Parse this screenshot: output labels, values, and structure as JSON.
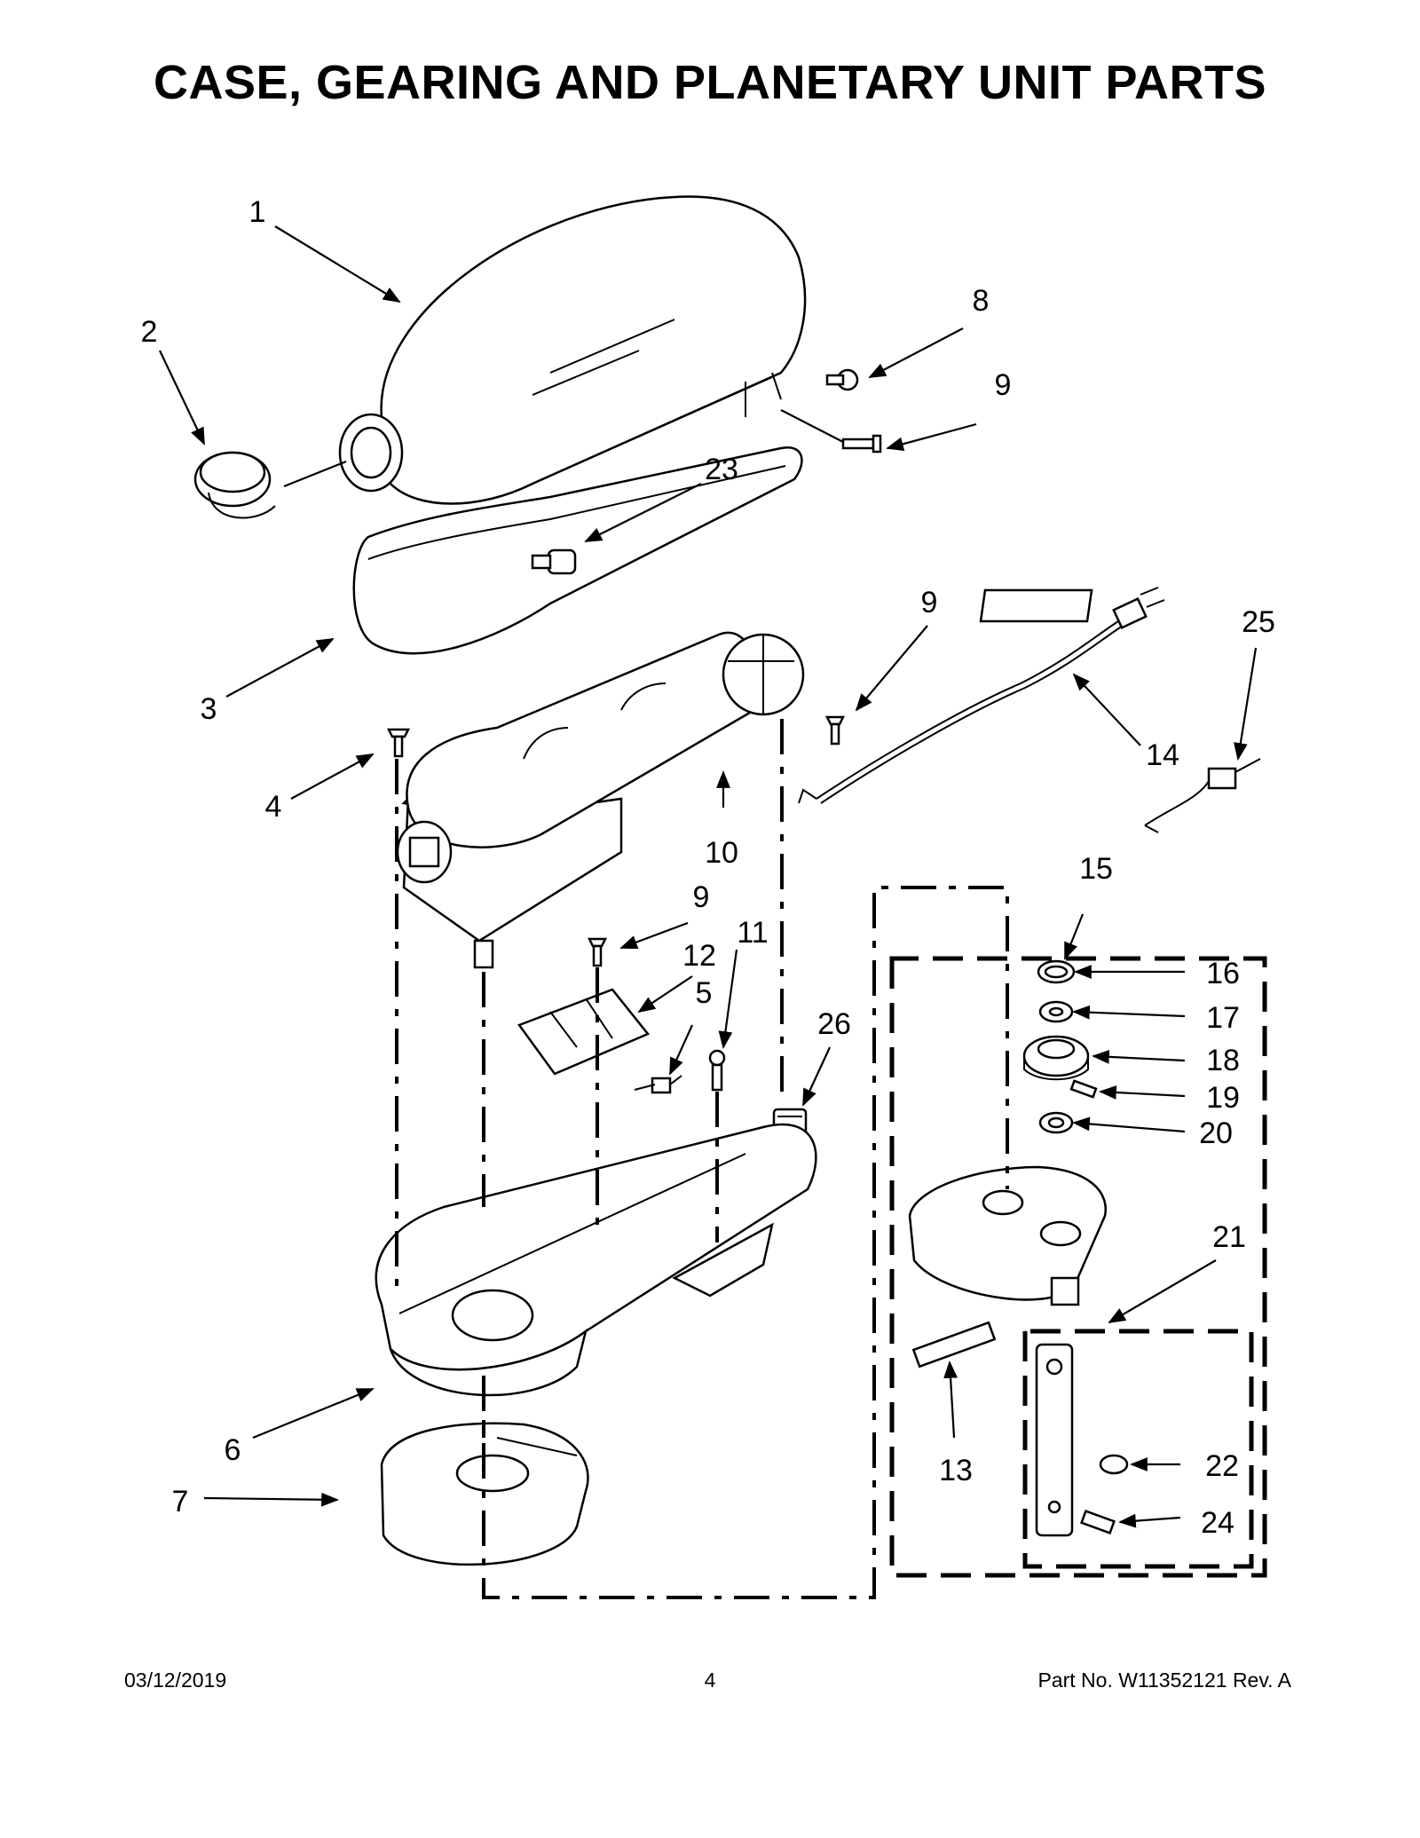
{
  "title": "CASE, GEARING AND PLANETARY UNIT PARTS",
  "footer": {
    "date": "03/12/2019",
    "page": "4",
    "part_no": "Part No.  W11352121  Rev.  A"
  },
  "callouts": [
    {
      "id": "c1",
      "text": "1"
    },
    {
      "id": "c2",
      "text": "2"
    },
    {
      "id": "c3",
      "text": "3"
    },
    {
      "id": "c4",
      "text": "4"
    },
    {
      "id": "c5",
      "text": "5"
    },
    {
      "id": "c6",
      "text": "6"
    },
    {
      "id": "c7",
      "text": "7"
    },
    {
      "id": "c8",
      "text": "8"
    },
    {
      "id": "c9a",
      "text": "9"
    },
    {
      "id": "c9b",
      "text": "9"
    },
    {
      "id": "c9c",
      "text": "9"
    },
    {
      "id": "c10",
      "text": "10"
    },
    {
      "id": "c11",
      "text": "11"
    },
    {
      "id": "c12",
      "text": "12"
    },
    {
      "id": "c13",
      "text": "13"
    },
    {
      "id": "c14",
      "text": "14"
    },
    {
      "id": "c15",
      "text": "15"
    },
    {
      "id": "c16",
      "text": "16"
    },
    {
      "id": "c17",
      "text": "17"
    },
    {
      "id": "c18",
      "text": "18"
    },
    {
      "id": "c19",
      "text": "19"
    },
    {
      "id": "c20",
      "text": "20"
    },
    {
      "id": "c21",
      "text": "21"
    },
    {
      "id": "c22",
      "text": "22"
    },
    {
      "id": "c23",
      "text": "23"
    },
    {
      "id": "c24",
      "text": "24"
    },
    {
      "id": "c25",
      "text": "25"
    },
    {
      "id": "c26",
      "text": "26"
    }
  ]
}
